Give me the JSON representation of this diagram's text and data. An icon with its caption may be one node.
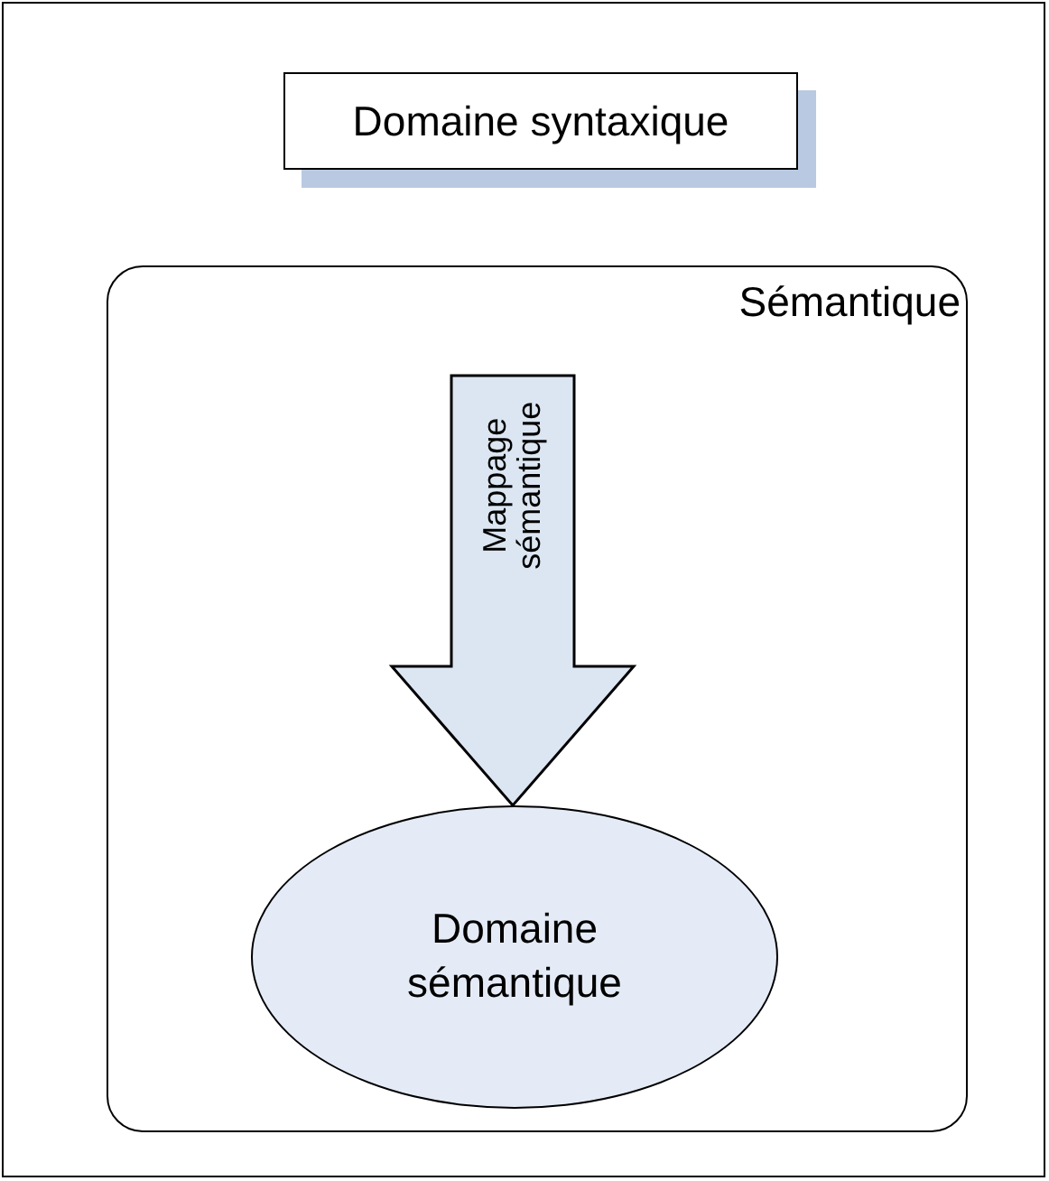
{
  "diagram": {
    "nodes": [
      {
        "text": [
          "Domaine syntaxique"
        ]
      },
      {
        "text": [
          "Sémantique"
        ]
      },
      {
        "text": [
          "Domaine sémantique"
        ],
        "in": 1
      }
    ],
    "edges": [
      {
        "from": null,
        "to": 2,
        "arrow": "to",
        "label": "Mappage sémantique",
        "style": "thick"
      }
    ]
  }
}
